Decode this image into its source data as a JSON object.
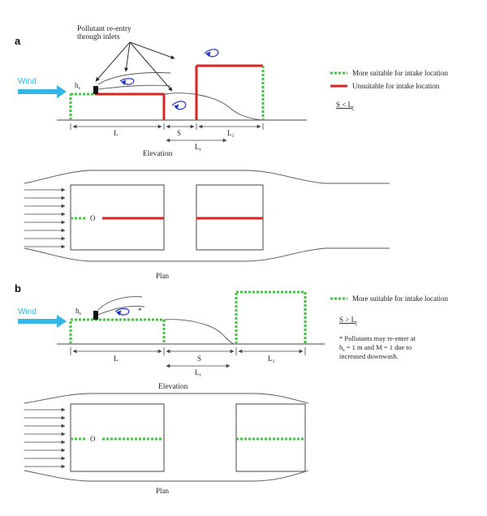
{
  "colors": {
    "suitable": "#3fc63f",
    "unsuitable": "#dd2222",
    "wind": "#33b5e5",
    "vortex": "#2233cc",
    "line": "#444444"
  },
  "panel_a": {
    "label": "a",
    "annotation": "Pollutant re-entry\nthrough inlets",
    "wind": "Wind",
    "hs": "hs",
    "dim_L": "L",
    "dim_S": "S",
    "dim_L1": "L1",
    "dim_Lr": "Lr",
    "elevation": "Elevation",
    "plan": "Plan",
    "origin": "O",
    "legend_suitable": "More suitable for intake location",
    "legend_unsuitable": "Unsuitable for intake location",
    "condition": "S < Lr"
  },
  "panel_b": {
    "label": "b",
    "wind": "Wind",
    "hs": "hs",
    "asterisk": "*",
    "dim_L": "L",
    "dim_S": "S",
    "dim_L1": "L1",
    "dim_Lr": "Lr",
    "elevation": "Elevation",
    "plan": "Plan",
    "origin": "O",
    "legend_suitable": "More suitable for intake location",
    "condition": "S > Lr",
    "note": "* Pollutants may re-enter at\nhs = 1 m and M = 1 due to\nincreased downwash."
  }
}
